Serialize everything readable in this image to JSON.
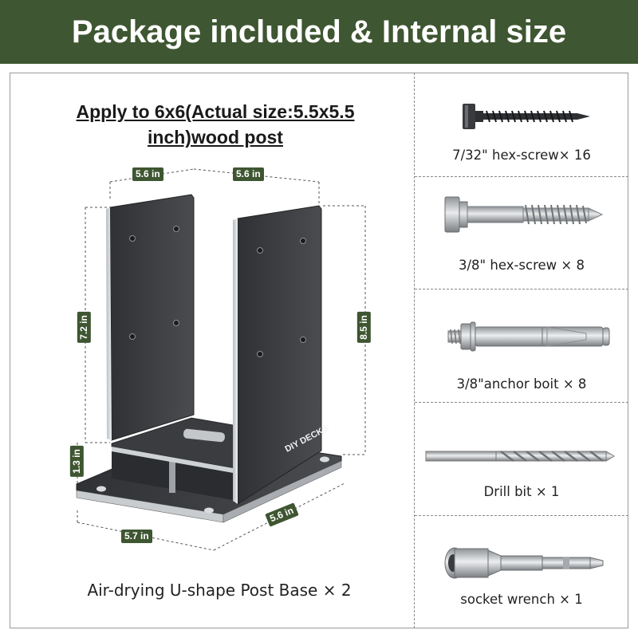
{
  "header": {
    "title": "Package included & Internal size"
  },
  "main": {
    "apply_line1": "Apply to 6x6(Actual size:5.5x5.5",
    "apply_line2": "inch)wood post",
    "brand": "DIY DECK®",
    "dimensions": {
      "top_left": "5.6 in",
      "top_right": "5.6 in",
      "left_height": "7.2 in",
      "right_height": "8.5 in",
      "base_height": "1.3 in",
      "bottom_left": "5.7 in",
      "bottom_right": "5.6 in"
    },
    "product_label": "Air-drying U-shape Post Base × 2"
  },
  "parts": [
    {
      "label": "7/32\" hex-screw× 16",
      "icon": "small-hex-screw-icon"
    },
    {
      "label": "3/8\" hex-screw × 8",
      "icon": "large-hex-screw-icon"
    },
    {
      "label": "3/8\"anchor boit × 8",
      "icon": "anchor-bolt-icon"
    },
    {
      "label": "Drill bit × 1",
      "icon": "drill-bit-icon"
    },
    {
      "label": "socket wrench × 1",
      "icon": "socket-wrench-icon"
    }
  ],
  "colors": {
    "banner": "#3e5631",
    "tag": "#3e5631",
    "metal": "#3b3d40"
  }
}
